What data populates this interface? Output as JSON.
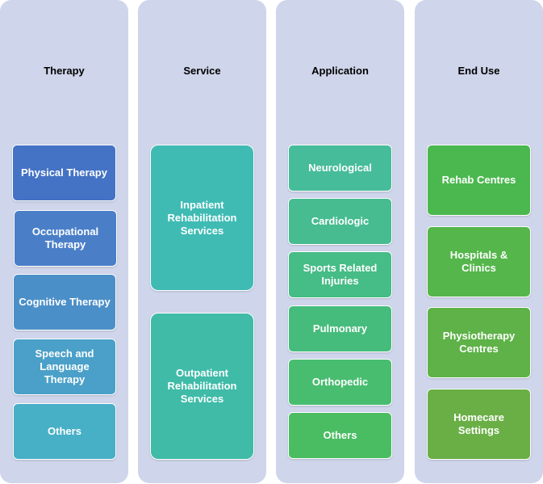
{
  "columns": [
    {
      "title": "Therapy",
      "items": [
        {
          "label": "Physical Therapy",
          "color": "#4472c4"
        },
        {
          "label": "Occupational\nTherapy",
          "color": "#4a7fc8"
        },
        {
          "label": "Cognitive Therapy",
          "color": "#4b8fc8"
        },
        {
          "label": "Speech and\nLanguage\nTherapy",
          "color": "#4aa0c8"
        },
        {
          "label": "Others",
          "color": "#47afc6"
        }
      ]
    },
    {
      "title": "Service",
      "items": [
        {
          "label": "Inpatient\nRehabilitation\nServices",
          "color": "#3fbbb4"
        },
        {
          "label": "Outpatient\nRehabilitation\nServices",
          "color": "#3fbba8"
        }
      ]
    },
    {
      "title": "Application",
      "items": [
        {
          "label": "Neurological",
          "color": "#46bc9a"
        },
        {
          "label": "Cardiologic",
          "color": "#46bc90"
        },
        {
          "label": "Sports Related\nInjuries",
          "color": "#46bc86"
        },
        {
          "label": "Pulmonary",
          "color": "#46bc7c"
        },
        {
          "label": "Orthopedic",
          "color": "#48bd70"
        },
        {
          "label": "Others",
          "color": "#4abd62"
        }
      ]
    },
    {
      "title": "End Use",
      "items": [
        {
          "label": "Rehab Centres",
          "color": "#4bb84f"
        },
        {
          "label": "Hospitals &\nClinics",
          "color": "#55b64b"
        },
        {
          "label": "Physiotherapy\nCentres",
          "color": "#5eb248"
        },
        {
          "label": "Homecare\nSettings",
          "color": "#6aaf46"
        }
      ]
    }
  ]
}
